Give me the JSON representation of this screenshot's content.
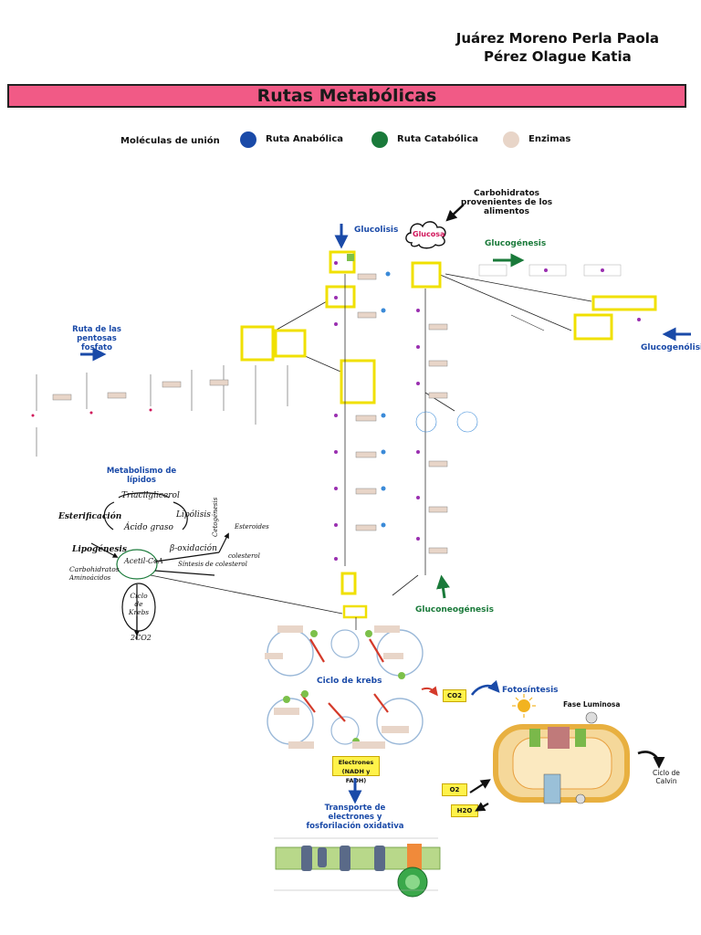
{
  "authors": [
    "Juárez Moreno Perla Paola",
    "Pérez Olague Katia"
  ],
  "title": "Rutas Metabólicas",
  "legend": {
    "heading": "Moléculas de unión",
    "items": [
      {
        "label": "Ruta Anabólica",
        "color": "#1a4aa8"
      },
      {
        "label": "Ruta Catabólica",
        "color": "#1a7a3a"
      },
      {
        "label": "Enzimas",
        "color": "#e8d5c8"
      }
    ]
  },
  "labels": {
    "carbohidratos": "Carbohidratos provenientes de los alimentos",
    "glucosa": "Glucosa",
    "glucolisis": "Glucolisis",
    "glucogenesis": "Glucogénesis",
    "glucogenolisis": "Glucogenólisis",
    "pentosas": "Ruta de las pentosas fosfato",
    "lipidos": "Metabolismo de lípidos",
    "gluconeogenesis": "Gluconeogénesis",
    "krebs": "Ciclo de krebs",
    "co2": "CO2",
    "fotosintesis": "Fotosíntesis",
    "fase_luminosa": "Fase Luminosa",
    "ciclo_calvin": "Ciclo de Calvin",
    "electrones": "Electrones (NADH y FADH)",
    "o2": "O2",
    "h2o": "H2O",
    "transporte": "Transporte de electrones y fosforilación oxidativa"
  },
  "lipid_notes": {
    "trigliceridos": "Triacilglicerol",
    "esterificacion": "Esterificación",
    "lipolisis": "Lipólisis",
    "acido_graso": "Ácido graso",
    "lipogenesis": "Lipogénesis",
    "beta_oxidacion": "β-oxidación",
    "acetil_coa": "Acetil-CoA",
    "carbohidratos": "Carbohidratos",
    "aminoacidos": "Aminoácidos",
    "sintesis_colesterol": "Síntesis de colesterol",
    "colesterol": "colesterol",
    "esteroides": "Esteroides",
    "cetogenesis": "Cetogénesis",
    "ciclo_krebs": "Ciclo de Krebs",
    "co2": "2CO2"
  }
}
